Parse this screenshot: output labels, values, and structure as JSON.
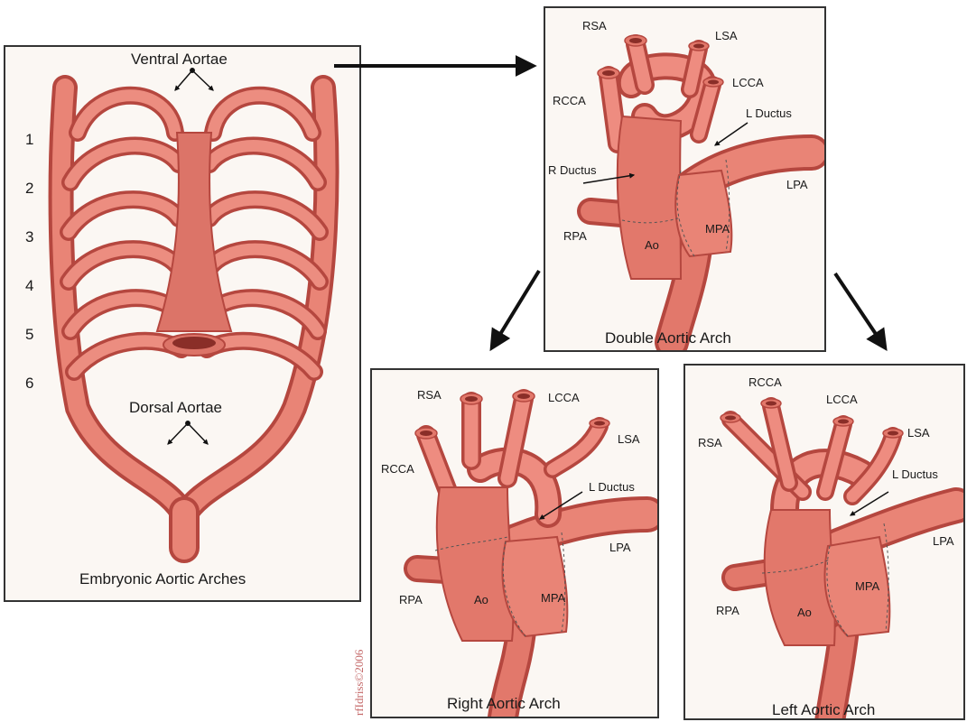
{
  "colors": {
    "vessel": "#dc7468",
    "vessel_dark": "#b5473f",
    "vessel_light": "#f1a497",
    "panel_bg": "#fbf7f3",
    "arrow": "#111111"
  },
  "embryonic": {
    "title": "Embryonic Aortic Arches",
    "ventral_label": "Ventral Aortae",
    "dorsal_label": "Dorsal Aortae",
    "arch_numbers": [
      "1",
      "2",
      "3",
      "4",
      "5",
      "6"
    ]
  },
  "double_arch": {
    "title": "Double Aortic Arch",
    "labels": {
      "rsa": "RSA",
      "lsa": "LSA",
      "lcca": "LCCA",
      "rcca": "RCCA",
      "l_ductus": "L Ductus",
      "r_ductus": "R Ductus",
      "lpa": "LPA",
      "rpa": "RPA",
      "ao": "Ao",
      "mpa": "MPA"
    }
  },
  "right_arch": {
    "title": "Right Aortic Arch",
    "labels": {
      "rsa": "RSA",
      "lcca": "LCCA",
      "lsa": "LSA",
      "rcca": "RCCA",
      "l_ductus": "L Ductus",
      "lpa": "LPA",
      "rpa": "RPA",
      "ao": "Ao",
      "mpa": "MPA"
    }
  },
  "left_arch": {
    "title": "Left Aortic Arch",
    "labels": {
      "rcca": "RCCA",
      "lcca": "LCCA",
      "rsa": "RSA",
      "lsa": "LSA",
      "l_ductus": "L Ductus",
      "lpa": "LPA",
      "rpa": "RPA",
      "ao": "Ao",
      "mpa": "MPA"
    }
  },
  "signature": "rfIdriss©2006"
}
